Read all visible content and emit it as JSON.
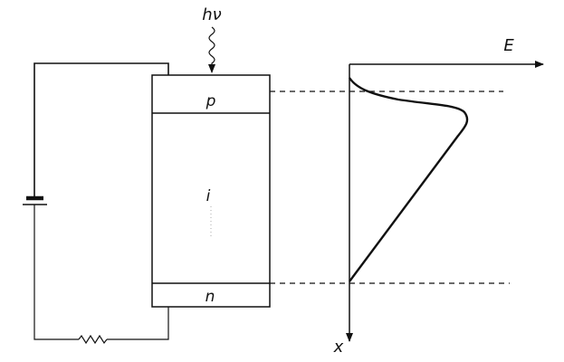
{
  "labels": {
    "photon": "hν",
    "p_region": "p",
    "i_region": "i",
    "n_region": "n",
    "e_axis": "E",
    "x_axis": "x"
  }
}
